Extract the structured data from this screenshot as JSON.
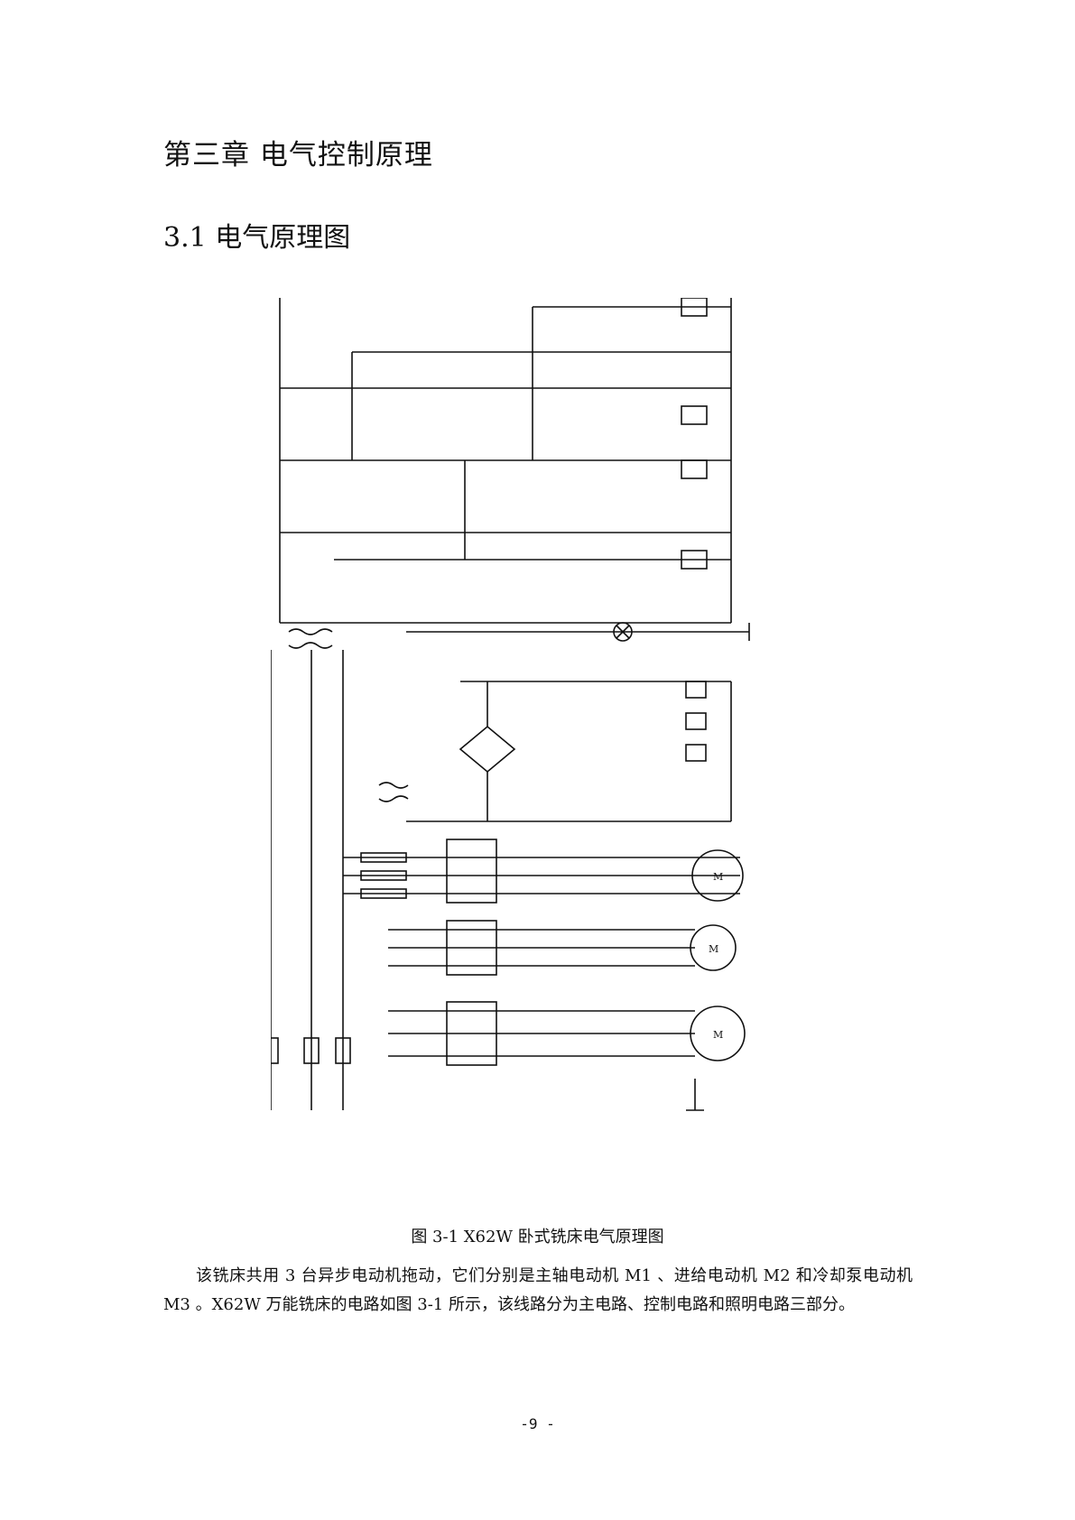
{
  "chapter_title": "第三章 电气控制原理",
  "section_title": "3.1 电气原理图",
  "figure": {
    "caption": "图 3-1   X62W   卧式铣床电气原理图"
  },
  "body_paragraph": "该铣床共用 3 台异步电动机拖动，它们分别是主轴电动机 M1 、进给电动机 M2  和冷却泵电动机 M3 。X62W   万能铣床的电路如图 3-1 所示，该线路分为主电路、控制电路和照明电路三部分。",
  "page_number": "-9 -"
}
